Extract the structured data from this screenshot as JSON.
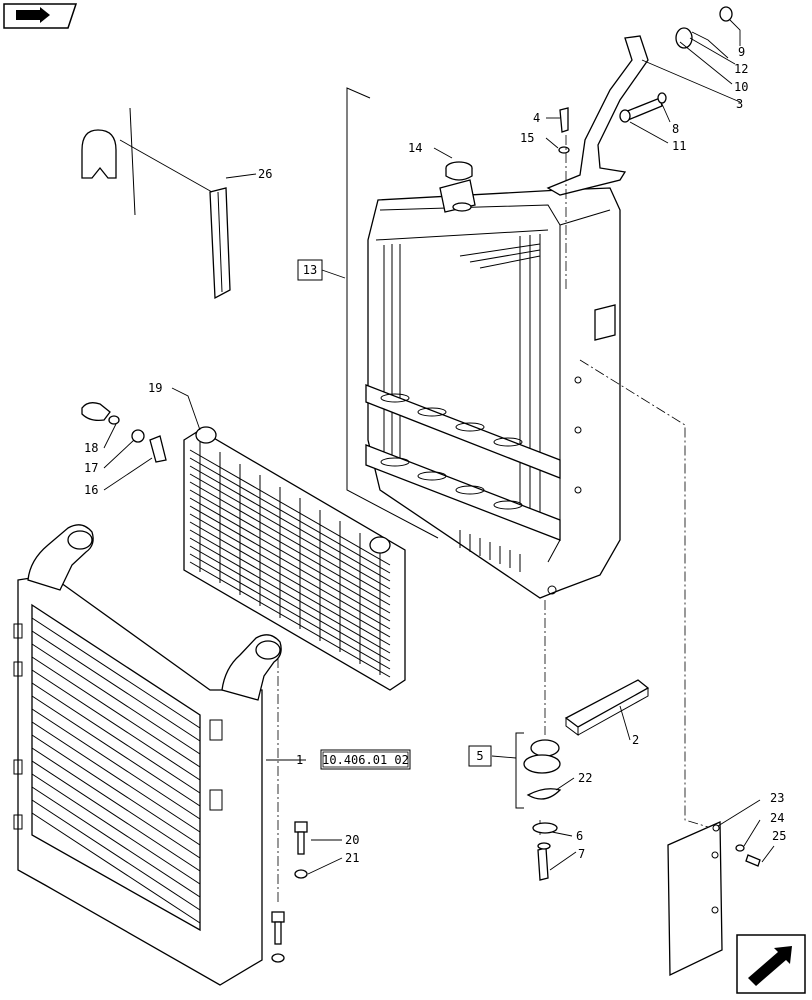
{
  "toolbar": {
    "back_icon": "back-arrow-icon",
    "next_icon": "next-arrow-icon"
  },
  "diagram": {
    "reference_box": "10.406.01 02",
    "assembly_boxes": {
      "radiator": "13",
      "drain_group": "5"
    },
    "callouts": {
      "c1": "1",
      "c2": "2",
      "c3": "3",
      "c4": "4",
      "c5_": "6",
      "c7": "7",
      "c8": "8",
      "c9": "9",
      "c10": "10",
      "c11": "11",
      "c12": "12",
      "c14": "14",
      "c15": "15",
      "c16": "16",
      "c17": "17",
      "c18": "18",
      "c19": "19",
      "c20": "20",
      "c21": "21",
      "c22": "22",
      "c23": "23",
      "c24": "24",
      "c25": "25",
      "c26": "26"
    }
  }
}
